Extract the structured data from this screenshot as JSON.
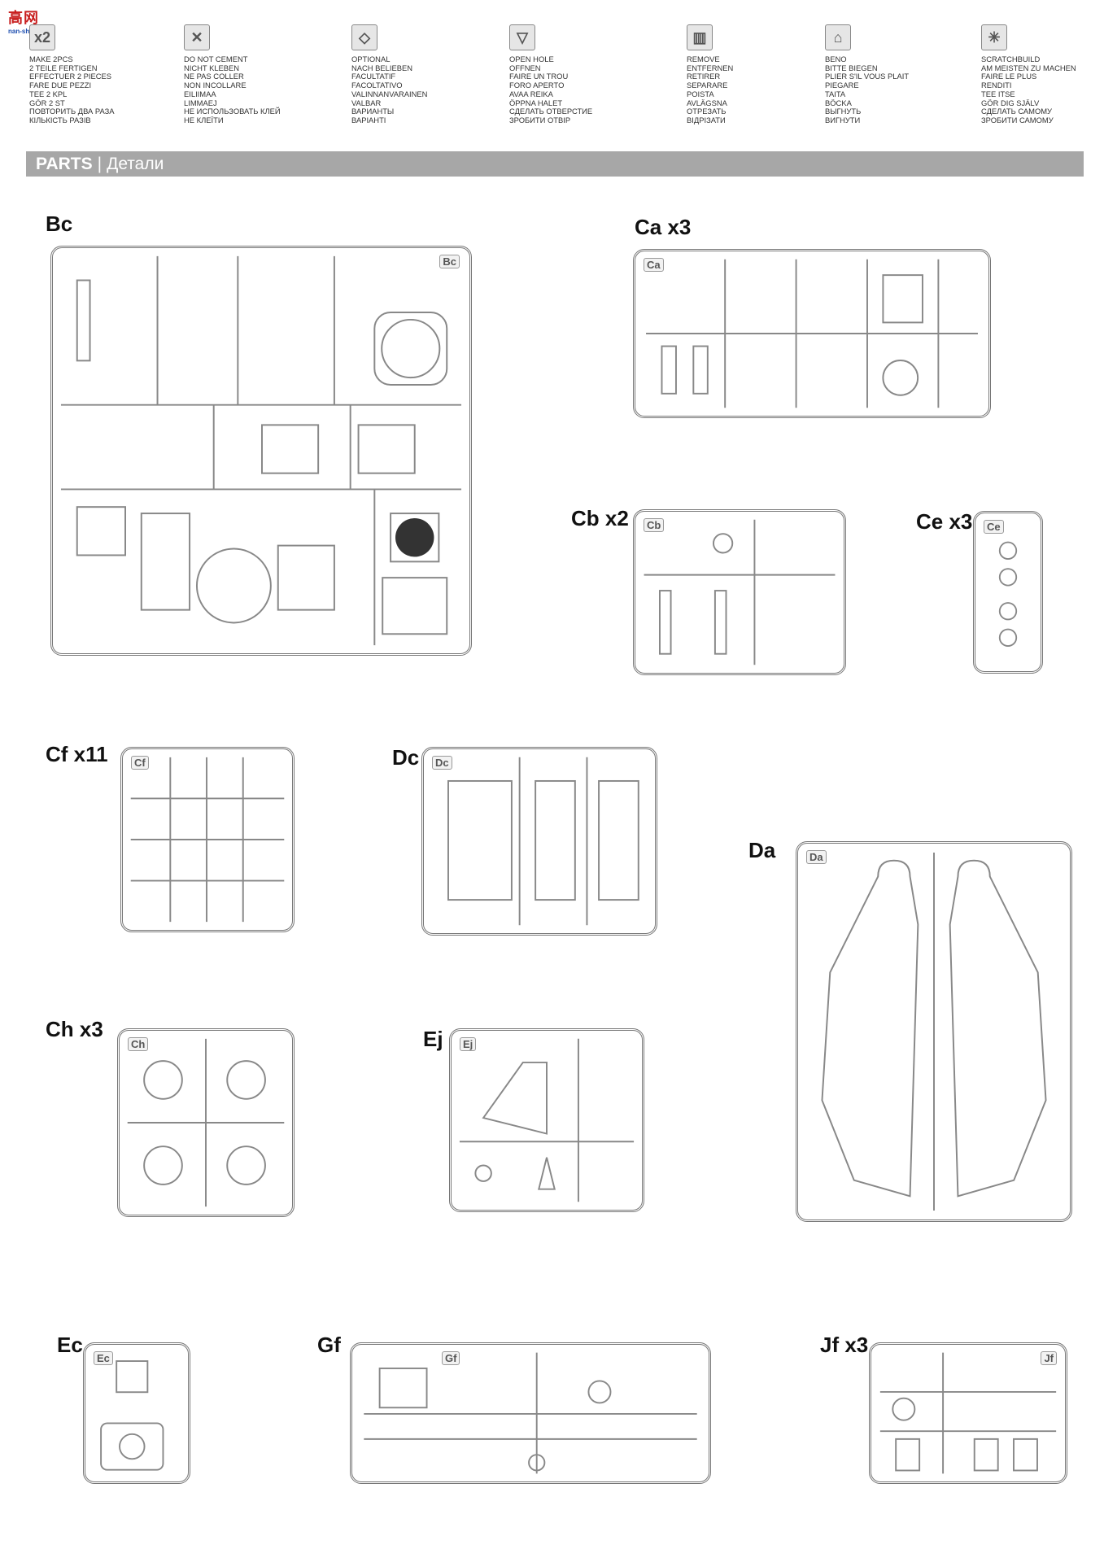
{
  "logo": {
    "text": "高网",
    "sub": "nan-shan.com"
  },
  "legend": [
    {
      "icon": "x2",
      "name": "make-2pcs",
      "lines": [
        "MAKE 2pcs",
        "2 TEILE FERTIGEN",
        "EFFECTUER 2 PIECES",
        "FARE DUE PEZZI",
        "TEE 2 KPL",
        "GÖR 2 ST",
        "ПОВТОРИТЬ ДВА РАЗА",
        "КІЛЬКІСТЬ РАЗІВ"
      ]
    },
    {
      "icon": "✕",
      "name": "do-not-cement",
      "lines": [
        "DO NOT CEMENT",
        "NICHT KLEBEN",
        "NE PAS COLLER",
        "NON INCOLLARE",
        "EILIIMAA",
        "LIMMAEJ",
        "НЕ ИСПОЛЬЗОВАТЬ КЛЕЙ",
        "НЕ КЛЕЇТИ"
      ]
    },
    {
      "icon": "◇",
      "name": "optional",
      "lines": [
        "OPTIONAL",
        "NACH BELIEBEN",
        "FACULTATIF",
        "FACOLTATIVO",
        "VALINNANVARAINEN",
        "VALBAR",
        "ВАРИАНТЫ",
        "ВАРІАНТІ"
      ]
    },
    {
      "icon": "▽",
      "name": "open-hole",
      "lines": [
        "OPEN HOLE",
        "OFFNEN",
        "FAIRE UN TROU",
        "FORO APERTO",
        "AVAA REIKA",
        "ÖPPNA HALET",
        "СДЕЛАТЬ ОТВЕРСТИЕ",
        "ЗРОБИТИ ОТВІР"
      ]
    },
    {
      "icon": "▥",
      "name": "remove",
      "lines": [
        "REMOVE",
        "ENTFERNEN",
        "RETIRER",
        "SEPARARE",
        "POISTA",
        "AVLÄGSNA",
        "ОТРЕЗАТЬ",
        "ВІДРІЗАТИ"
      ]
    },
    {
      "icon": "⌂",
      "name": "bend",
      "lines": [
        "BENO",
        "BITTE BIEGEN",
        "PLIER S'IL VOUS PLAIT",
        "PIEGARE",
        "TAITA",
        "BÖCKA",
        "ВЫГНУТЬ",
        "ВИГНУТИ"
      ]
    },
    {
      "icon": "✳",
      "name": "scratchbuild",
      "lines": [
        "SCRATCHBUILD",
        "AM MEISTEN ZU MACHEN",
        "FAIRE LE PLUS",
        "RENDITI",
        "TEE ITSE",
        "GÖR DIG SJÄLV",
        "СДЕЛАТЬ САМОМУ",
        "ЗРОБИТИ САМОМУ"
      ]
    }
  ],
  "parts_header": {
    "en": "PARTS",
    "sep": "|",
    "ru": "Детали"
  },
  "sprues": [
    {
      "id": "bc",
      "label": "Bc",
      "tag": "Bc"
    },
    {
      "id": "ca",
      "label": "Ca x3",
      "tag": "Ca"
    },
    {
      "id": "cb",
      "label": "Cb x2",
      "tag": "Cb"
    },
    {
      "id": "ce",
      "label": "Ce x3",
      "tag": "Ce"
    },
    {
      "id": "cf",
      "label": "Cf x11",
      "tag": "Cf"
    },
    {
      "id": "dc",
      "label": "Dc",
      "tag": "Dc"
    },
    {
      "id": "da",
      "label": "Da",
      "tag": "Da"
    },
    {
      "id": "ch",
      "label": "Ch x3",
      "tag": "Ch"
    },
    {
      "id": "ej",
      "label": "Ej",
      "tag": "Ej"
    },
    {
      "id": "ec",
      "label": "Ec",
      "tag": "Ec"
    },
    {
      "id": "gf",
      "label": "Gf",
      "tag": "Gf"
    },
    {
      "id": "jf",
      "label": "Jf x3",
      "tag": "Jf"
    }
  ]
}
